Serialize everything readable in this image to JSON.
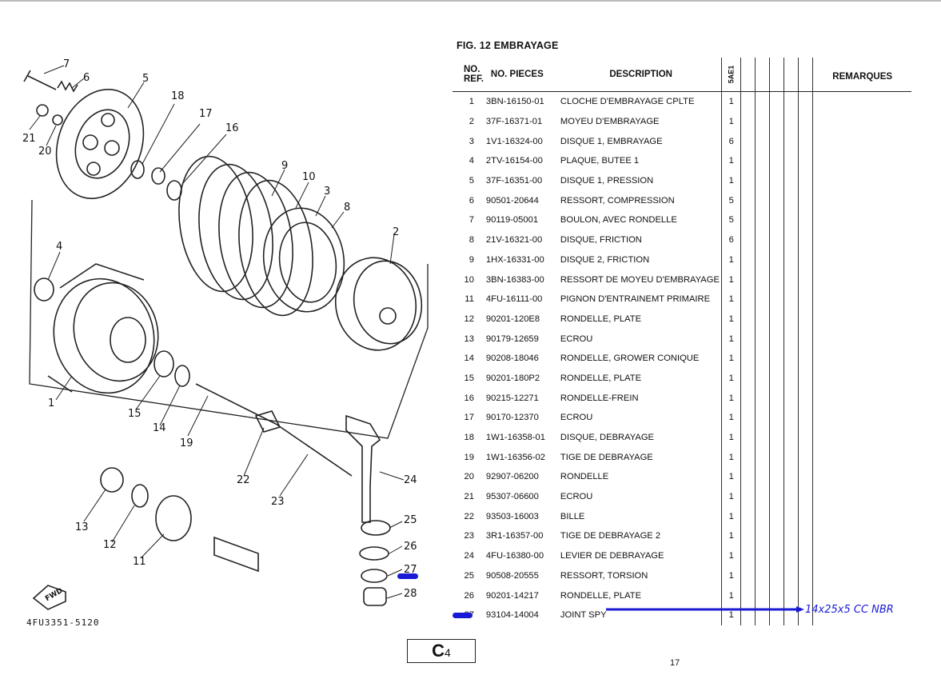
{
  "figure": {
    "title": "FIG. 12  EMBRAYAGE",
    "drawing_code": "4FU3351-5120",
    "fwd_label": "FWD"
  },
  "headers": {
    "ref": "NO.\nREF.",
    "part_no": "NO. PIECES",
    "description": "DESCRIPTION",
    "model": "5AE1",
    "remarks": "REMARQUES"
  },
  "rows": [
    {
      "ref": "1",
      "pn": "3BN-16150-01",
      "desc": "CLOCHE D'EMBRAYAGE CPLTE",
      "qty": "1"
    },
    {
      "ref": "2",
      "pn": "37F-16371-01",
      "desc": "MOYEU D'EMBRAYAGE",
      "qty": "1"
    },
    {
      "ref": "3",
      "pn": "1V1-16324-00",
      "desc": "DISQUE 1, EMBRAYAGE",
      "qty": "6"
    },
    {
      "ref": "4",
      "pn": "2TV-16154-00",
      "desc": "PLAQUE, BUTEE 1",
      "qty": "1"
    },
    {
      "ref": "5",
      "pn": "37F-16351-00",
      "desc": "DISQUE 1, PRESSION",
      "qty": "1"
    },
    {
      "ref": "6",
      "pn": "90501-20644",
      "desc": "RESSORT, COMPRESSION",
      "qty": "5"
    },
    {
      "ref": "7",
      "pn": "90119-05001",
      "desc": "BOULON, AVEC RONDELLE",
      "qty": "5"
    },
    {
      "ref": "8",
      "pn": "21V-16321-00",
      "desc": "DISQUE, FRICTION",
      "qty": "6"
    },
    {
      "ref": "9",
      "pn": "1HX-16331-00",
      "desc": "DISQUE 2, FRICTION",
      "qty": "1"
    },
    {
      "ref": "10",
      "pn": "3BN-16383-00",
      "desc": "RESSORT DE MOYEU D'EMBRAYAGE",
      "qty": "1"
    },
    {
      "ref": "11",
      "pn": "4FU-16111-00",
      "desc": "PIGNON D'ENTRAINEMT PRIMAIRE",
      "qty": "1"
    },
    {
      "ref": "12",
      "pn": "90201-120E8",
      "desc": "RONDELLE, PLATE",
      "qty": "1"
    },
    {
      "ref": "13",
      "pn": "90179-12659",
      "desc": "ECROU",
      "qty": "1"
    },
    {
      "ref": "14",
      "pn": "90208-18046",
      "desc": "RONDELLE, GROWER CONIQUE",
      "qty": "1"
    },
    {
      "ref": "15",
      "pn": "90201-180P2",
      "desc": "RONDELLE, PLATE",
      "qty": "1"
    },
    {
      "ref": "16",
      "pn": "90215-12271",
      "desc": "RONDELLE-FREIN",
      "qty": "1"
    },
    {
      "ref": "17",
      "pn": "90170-12370",
      "desc": "ECROU",
      "qty": "1"
    },
    {
      "ref": "18",
      "pn": "1W1-16358-01",
      "desc": "DISQUE, DEBRAYAGE",
      "qty": "1"
    },
    {
      "ref": "19",
      "pn": "1W1-16356-02",
      "desc": "TIGE DE DEBRAYAGE",
      "qty": "1"
    },
    {
      "ref": "20",
      "pn": "92907-06200",
      "desc": "RONDELLE",
      "qty": "1"
    },
    {
      "ref": "21",
      "pn": "95307-06600",
      "desc": "ECROU",
      "qty": "1"
    },
    {
      "ref": "22",
      "pn": "93503-16003",
      "desc": "BILLE",
      "qty": "1"
    },
    {
      "ref": "23",
      "pn": "3R1-16357-00",
      "desc": "TIGE DE DEBRAYAGE 2",
      "qty": "1"
    },
    {
      "ref": "24",
      "pn": "4FU-16380-00",
      "desc": "LEVIER DE DEBRAYAGE",
      "qty": "1"
    },
    {
      "ref": "25",
      "pn": "90508-20555",
      "desc": "RESSORT, TORSION",
      "qty": "1"
    },
    {
      "ref": "26",
      "pn": "90201-14217",
      "desc": "RONDELLE, PLATE",
      "qty": "1"
    },
    {
      "ref": "27",
      "pn": "93104-14004",
      "desc": "JOINT SPY",
      "qty": "1"
    }
  ],
  "annotation": {
    "remark": "14x25x5 CC NBR",
    "color": "#1a1ad6"
  },
  "page": {
    "section_label": "C",
    "section_number": "4",
    "page_number": "17"
  },
  "callouts": [
    "1",
    "2",
    "3",
    "4",
    "5",
    "6",
    "7",
    "8",
    "9",
    "10",
    "11",
    "12",
    "13",
    "14",
    "15",
    "16",
    "17",
    "18",
    "19",
    "20",
    "21",
    "22",
    "23",
    "24",
    "25",
    "26",
    "27",
    "28"
  ]
}
